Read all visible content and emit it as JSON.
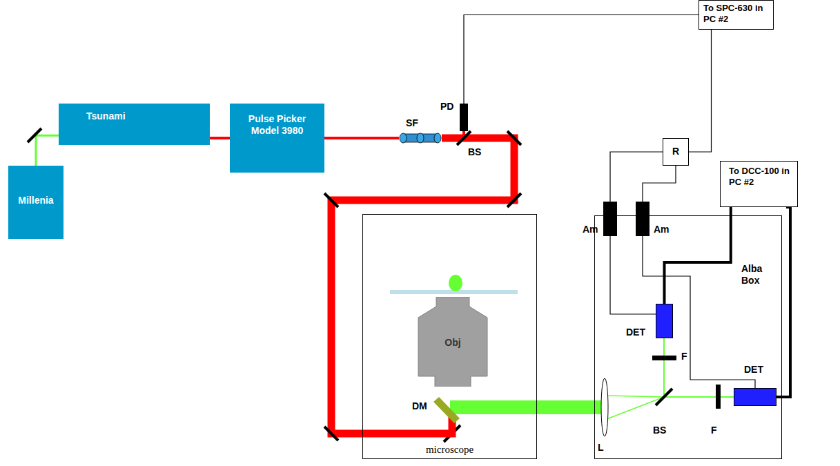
{
  "diagram": {
    "nodes": [
      {
        "text": [
          "Tsunami"
        ]
      },
      {
        "text": [
          "Millenia"
        ]
      },
      {
        "text": [
          "Pulse Picker Model 3980"
        ]
      },
      {
        "text": [
          "SF"
        ]
      },
      {
        "text": [
          "PD"
        ]
      },
      {
        "text": [
          "To SPC-630 in PC #2"
        ]
      },
      {
        "text": [
          "R"
        ]
      },
      {
        "text": [
          "To DCC-100 in PC #2"
        ]
      },
      {
        "text": [
          "Am"
        ]
      },
      {
        "text": [
          "Am"
        ]
      },
      {
        "text": [
          "microscope"
        ]
      },
      {
        "text": [
          "Obj"
        ],
        "in": 10
      },
      {
        "text": [
          "Alba Box"
        ]
      },
      {
        "text": [
          "DET"
        ],
        "in": 12
      },
      {
        "text": [
          "DET"
        ],
        "in": 12
      }
    ],
    "edges": [
      {
        "from": 1,
        "to": 0,
        "arrow": "none"
      },
      {
        "from": 0,
        "to": 2,
        "arrow": "none"
      },
      {
        "from": 2,
        "to": 3,
        "arrow": "none"
      },
      {
        "from": 3,
        "to": 4,
        "arrow": "none"
      },
      {
        "from": 3,
        "to": 10,
        "arrow": "none"
      },
      {
        "from": 10,
        "to": 12,
        "arrow": "none"
      },
      {
        "from": 4,
        "to": 5,
        "arrow": "none"
      },
      {
        "from": 5,
        "to": 6,
        "arrow": "none"
      },
      {
        "from": 6,
        "to": 8,
        "arrow": "none"
      },
      {
        "from": 6,
        "to": 9,
        "arrow": "none"
      },
      {
        "from": 8,
        "to": 13,
        "arrow": "none"
      },
      {
        "from": 9,
        "to": 14,
        "arrow": "none"
      },
      {
        "from": 7,
        "to": 13,
        "arrow": "none"
      },
      {
        "from": 7,
        "to": 14,
        "arrow": "none"
      }
    ],
    "labels": [
      "BS",
      "DM",
      "L",
      "BS",
      "F",
      "F"
    ]
  }
}
